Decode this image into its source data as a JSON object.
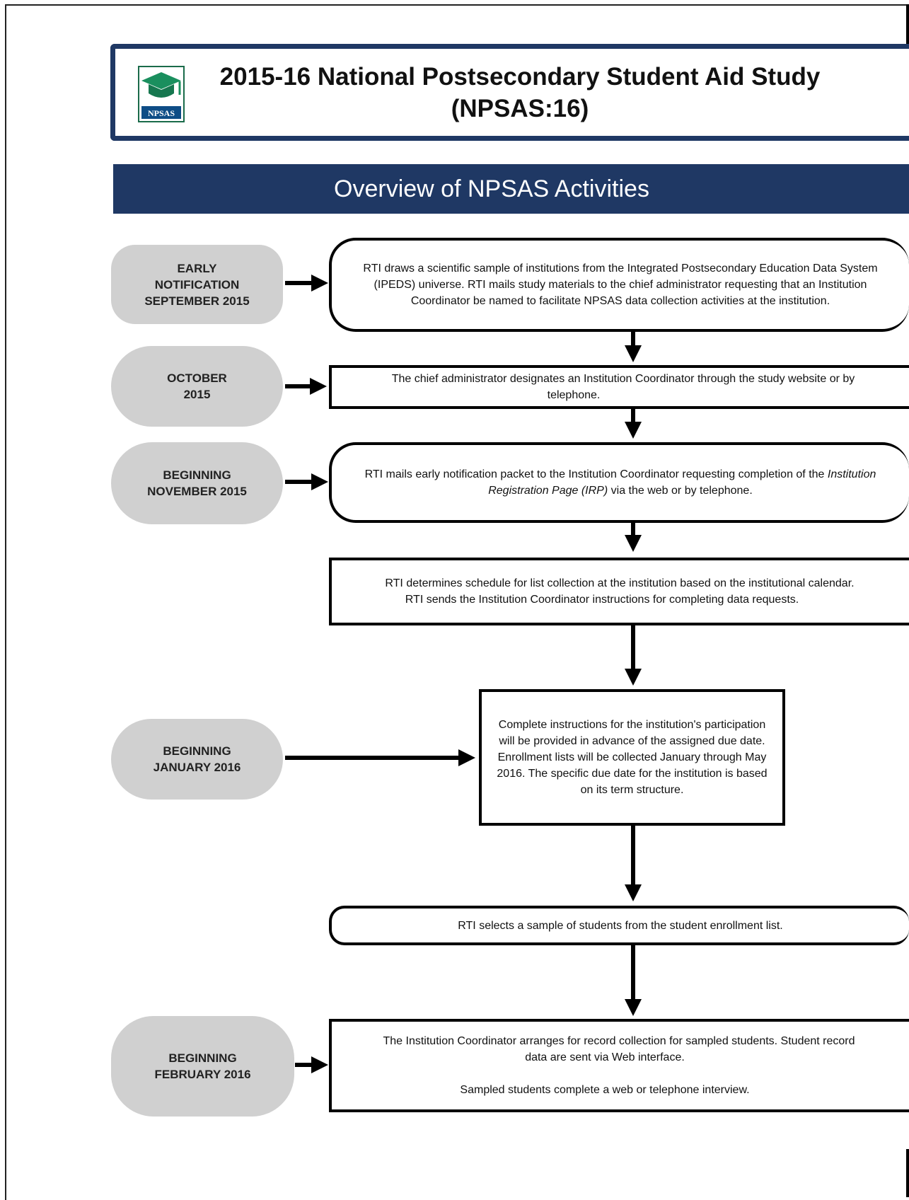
{
  "header": {
    "logo_text": "NPSAS",
    "title_line1": "2015-16 National Postsecondary Student Aid Study",
    "title_line2": "(NPSAS:16)"
  },
  "banner": {
    "text": "Overview of NPSAS Activities"
  },
  "timeline": [
    {
      "line1": "EARLY",
      "line2": "NOTIFICATION",
      "line3": "SEPTEMBER 2015"
    },
    {
      "line1": "OCTOBER",
      "line2": "2015"
    },
    {
      "line1": "BEGINNING",
      "line2": "NOVEMBER 2015"
    },
    {
      "line1": "BEGINNING",
      "line2": "JANUARY 2016"
    },
    {
      "line1": "BEGINNING",
      "line2": "FEBRUARY 2016"
    }
  ],
  "steps": {
    "step1": "RTI draws a scientific sample of institutions from the Integrated Postsecondary Education Data System (IPEDS) universe. RTI mails study materials to the chief administrator requesting that an Institution Coordinator be named to facilitate NPSAS data collection activities at the institution.",
    "step2_line1": "The chief administrator designates an Institution Coordinator through the study website or by",
    "step2_line2": "telephone.",
    "step3_pre": "RTI mails early notification packet to the Institution Coordinator requesting completion of the ",
    "step3_italic": "Institution Registration Page (IRP)",
    "step3_post": " via the web or by telephone.",
    "step4_line1": "RTI determines schedule for list collection at the institution based on the institutional calendar.",
    "step4_line2": "RTI sends the Institution Coordinator instructions for completing data requests.",
    "step5": "Complete instructions for the institution's participation will be provided in advance of the assigned due date. Enrollment lists will be collected January through May 2016. The specific due date for the institution is based on its term structure.",
    "step6": "RTI selects a sample of students from the student enrollment list.",
    "step7_line1": "The Institution Coordinator arranges for record collection for sampled students. Student record",
    "step7_line2": "data are sent via Web interface.",
    "step7_line3": "Sampled students complete a web or telephone interview."
  }
}
